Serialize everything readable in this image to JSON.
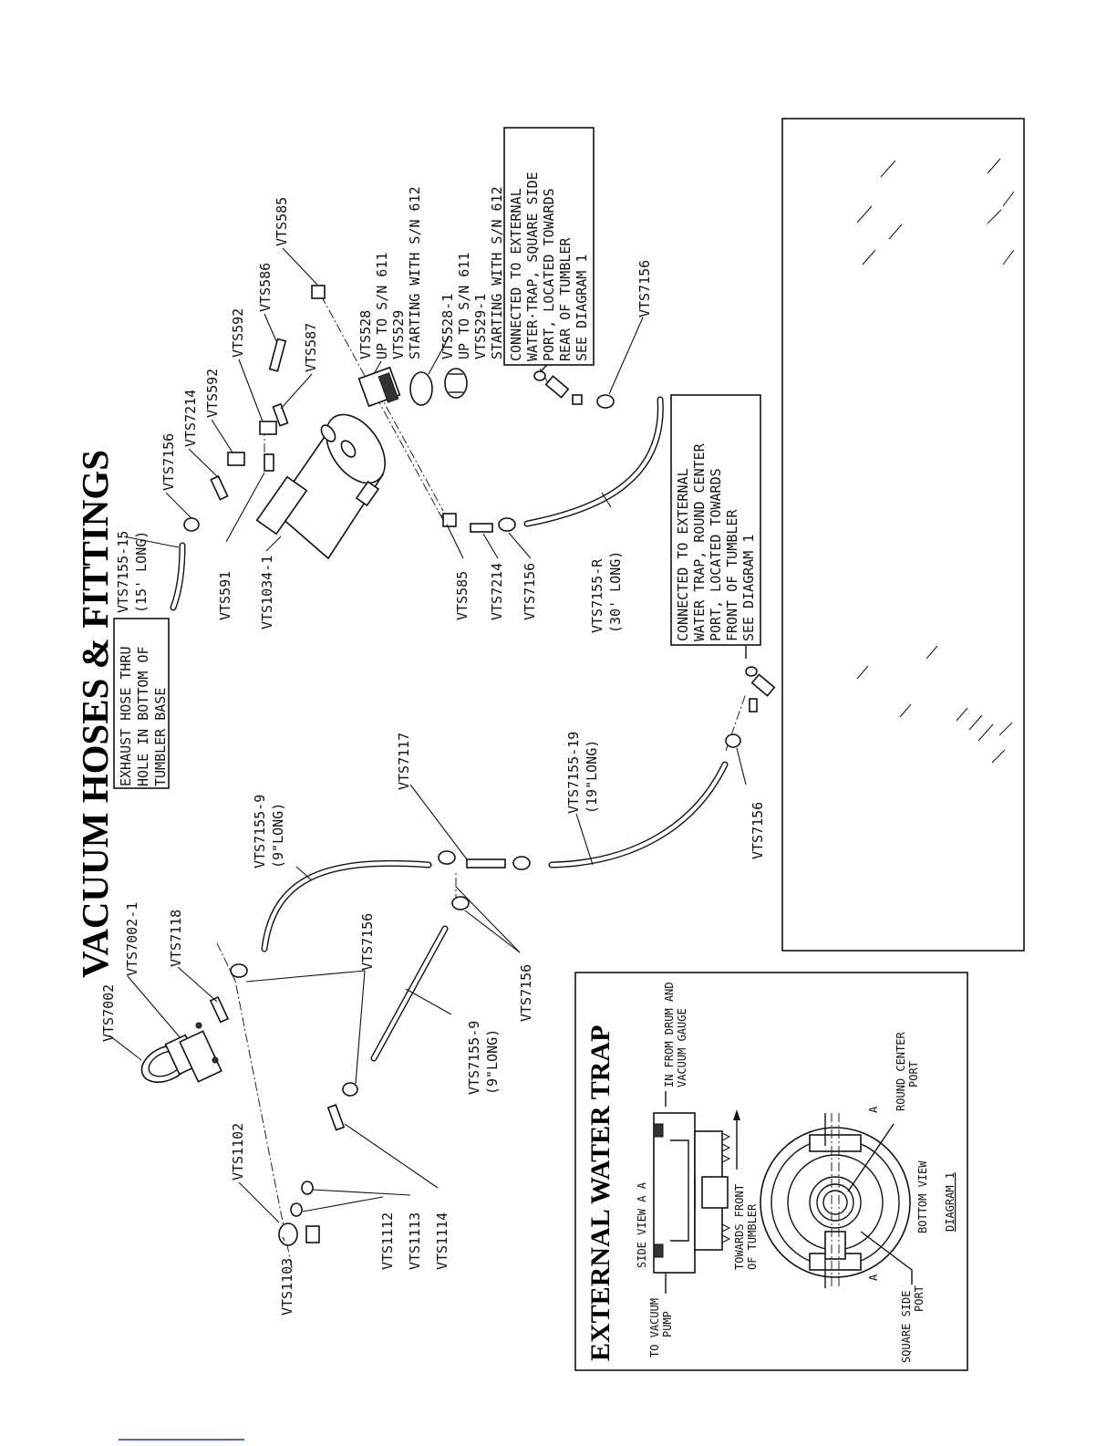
{
  "title": "VACUUM HOSES & FITTINGS",
  "notes": {
    "exhaust": [
      "EXHAUST HOSE THRU",
      "HOLE IN BOTTOM OF",
      "TUMBLER BASE"
    ],
    "round_port": [
      "CONNECTED TO EXTERNAL",
      "WATER TRAP, ROUND CENTER",
      "PORT, LOCATED TOWARDS",
      "FRONT OF TUMBLER",
      "SEE DIAGRAM 1"
    ],
    "square_port": [
      "CONNECTED TO EXTERNAL",
      "WATER·TRAP, SQUARE SIDE",
      "PORT, LOCATED TOWARDS",
      "REAR OF TUMBLER",
      "SEE DIAGRAM 1"
    ]
  },
  "parts": {
    "vts7002": "VTS7002",
    "vts7002_1": "VTS7002-1",
    "vts7118": "VTS7118",
    "vts7156": "VTS7156",
    "vts7155_9": "VTS7155-9",
    "len_9": "(9\"LONG)",
    "vts7117": "VTS7117",
    "vts7155_19": "VTS7155-19",
    "len_19": "(19\"LONG)",
    "vts1102": "VTS1102",
    "vts1103": "VTS1103",
    "vts1112": "VTS1112",
    "vts1113": "VTS1113",
    "vts1114": "VTS1114",
    "vts7155_15": "VTS7155-15",
    "len_15": "(15' LONG)",
    "vts7214": "VTS7214",
    "vts592": "VTS592",
    "vts591": "VTS591",
    "vts1034_1": "VTS1034-1",
    "vts586": "VTS586",
    "vts587": "VTS587",
    "vts585": "VTS585",
    "vts528": "VTS528",
    "up_to_611": "UP TO S/N 611",
    "vts529": "VTS529",
    "starting_612": "STARTING WITH S/N 612",
    "vts528_1": "VTS528-1",
    "vts529_1": "VTS529-1",
    "vts7155_r": "VTS7155-R",
    "len_30": "(30' LONG)"
  },
  "water_trap": {
    "title": "EXTERNAL WATER TRAP",
    "side_view": "SIDE VIEW A A",
    "to_vacuum": "TO VACUUM",
    "pump": "PUMP",
    "in_from": "IN FROM DRUM AND",
    "gauge": "VACUUM GAUGE",
    "towards_front": "TOWARDS FRONT",
    "of_tumbler": "OF TUMBLER",
    "round_center": "ROUND CENTER",
    "port": "PORT",
    "square_side": "SQUARE SIDE",
    "bottom_view": "BOTTOM VIEW",
    "diagram": "DIAGRAM 1",
    "section_a": "A"
  }
}
